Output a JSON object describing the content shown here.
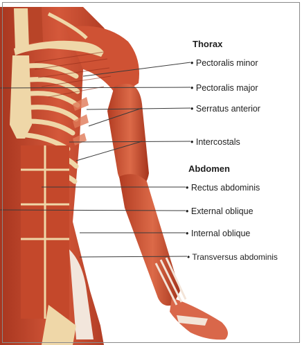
{
  "headings": {
    "thorax": "Thorax",
    "abdomen": "Abdomen"
  },
  "labels": {
    "pectoralis_minor": "Pectoralis minor",
    "pectoralis_major": "Pectoralis major",
    "serratus_anterior": "Serratus anterior",
    "intercostals": "Intercostals",
    "rectus_abdominis": "Rectus abdominis",
    "external_oblique": "External oblique",
    "internal_oblique": "Internal oblique",
    "transversus_abdominis": "Transversus abdominis"
  },
  "bullet": "•",
  "colors": {
    "muscle": "#c8482c",
    "muscle_dark": "#8f2a18",
    "muscle_light": "#e07a58",
    "bone": "#efd7a8",
    "tendon": "#f2e6dc",
    "leader_line": "#3a3a3a"
  }
}
